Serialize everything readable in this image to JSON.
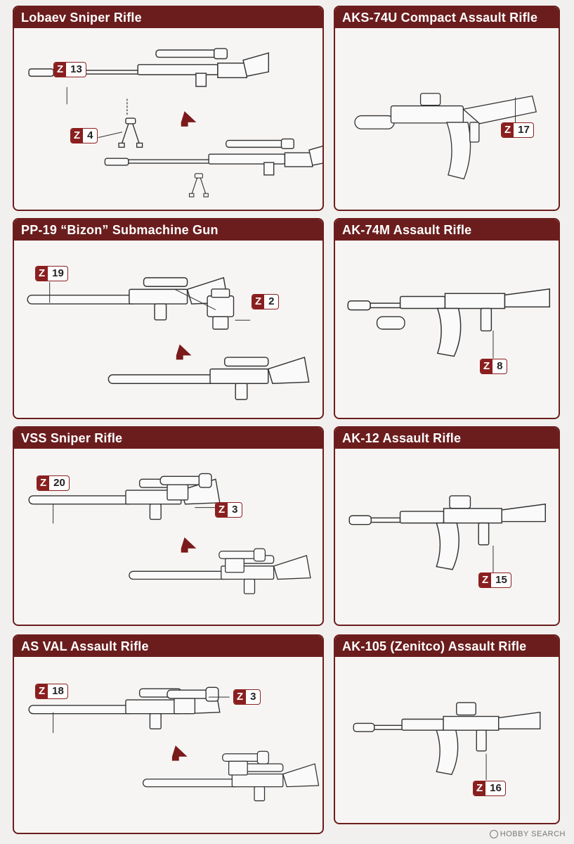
{
  "panels": [
    {
      "title": "Lobaev Sniper Rifle",
      "parts": [
        {
          "z": "Z",
          "num": "13"
        },
        {
          "z": "Z",
          "num": "4"
        }
      ]
    },
    {
      "title": "AKS-74U Compact Assault Rifle",
      "parts": [
        {
          "z": "Z",
          "num": "17"
        }
      ]
    },
    {
      "title": "PP-19 “Bizon” Submachine Gun",
      "parts": [
        {
          "z": "Z",
          "num": "19"
        },
        {
          "z": "Z",
          "num": "2"
        }
      ]
    },
    {
      "title": "AK-74M Assault Rifle",
      "parts": [
        {
          "z": "Z",
          "num": "8"
        }
      ]
    },
    {
      "title": "VSS Sniper Rifle",
      "parts": [
        {
          "z": "Z",
          "num": "20"
        },
        {
          "z": "Z",
          "num": "3"
        }
      ]
    },
    {
      "title": "AK-12 Assault Rifle",
      "parts": [
        {
          "z": "Z",
          "num": "15"
        }
      ]
    },
    {
      "title": "AS VAL Assault Rifle",
      "parts": [
        {
          "z": "Z",
          "num": "18"
        },
        {
          "z": "Z",
          "num": "3"
        }
      ]
    },
    {
      "title": "AK-105 (Zenitco) Assault Rifle",
      "parts": [
        {
          "z": "Z",
          "num": "16"
        }
      ]
    }
  ],
  "watermark": "HOBBY SEARCH",
  "colors": {
    "frame": "#6b1d1d",
    "label": "#8a1f1f",
    "arrow": "#7a1a1a"
  }
}
